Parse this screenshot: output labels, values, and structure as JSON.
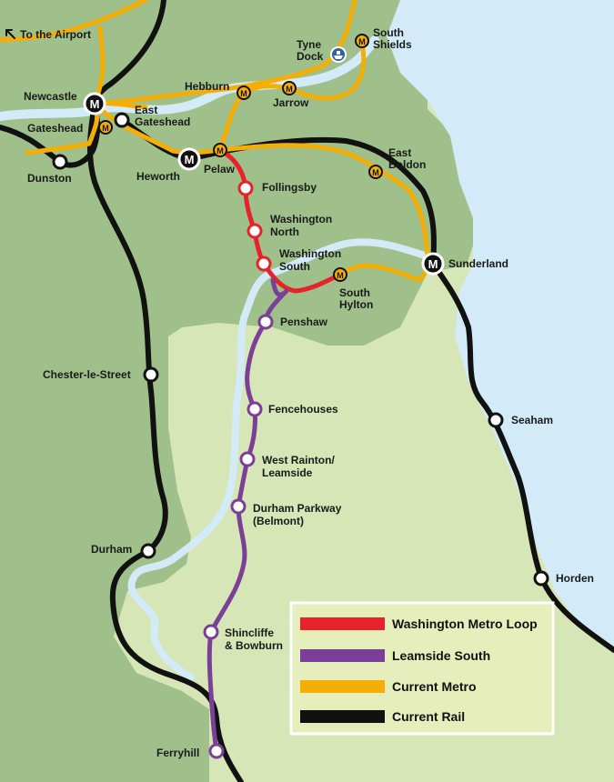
{
  "colors": {
    "sea": "#d3ebf8",
    "land_dark": "#9fc08a",
    "land_light": "#d6e6b6",
    "washington_loop": "#e8222b",
    "leamside": "#7b3f98",
    "metro": "#f5ae06",
    "rail": "#111111"
  },
  "airport_label": "To the Airport",
  "airport_icon": "arrow-up-left-icon",
  "ferry_icon": "ferry-icon",
  "stations": {
    "newcastle": [
      "Newcastle"
    ],
    "gateshead": [
      "Gateshead"
    ],
    "east_gateshead": [
      "East",
      "Gateshead"
    ],
    "dunston": [
      "Dunston"
    ],
    "heworth": [
      "Heworth"
    ],
    "pelaw": [
      "Pelaw"
    ],
    "hebburn": [
      "Hebburn"
    ],
    "jarrow": [
      "Jarrow"
    ],
    "tyne_dock": [
      "Tyne",
      "Dock"
    ],
    "south_shields": [
      "South",
      "Shields"
    ],
    "east_boldon": [
      "East",
      "Boldon"
    ],
    "sunderland": [
      "Sunderland"
    ],
    "follingsby": [
      "Follingsby"
    ],
    "washington_north": [
      "Washington",
      "North"
    ],
    "washington_south": [
      "Washington",
      "South"
    ],
    "south_hylton": [
      "South",
      "Hylton"
    ],
    "penshaw": [
      "Penshaw"
    ],
    "chester_le_street": [
      "Chester-le-Street"
    ],
    "fencehouses": [
      "Fencehouses"
    ],
    "west_rainton": [
      "West Rainton/",
      "Leamside"
    ],
    "durham_parkway": [
      "Durham Parkway",
      "(Belmont)"
    ],
    "durham": [
      "Durham"
    ],
    "shincliffe": [
      "Shincliffe",
      "& Bowburn"
    ],
    "seaham": [
      "Seaham"
    ],
    "horden": [
      "Horden"
    ],
    "ferryhill": [
      "Ferryhill"
    ]
  },
  "legend": [
    {
      "label": "Washington Metro Loop",
      "color": "#e8222b"
    },
    {
      "label": "Leamside South",
      "color": "#7b3f98"
    },
    {
      "label": "Current Metro",
      "color": "#f5ae06"
    },
    {
      "label": "Current Rail",
      "color": "#111111"
    }
  ]
}
